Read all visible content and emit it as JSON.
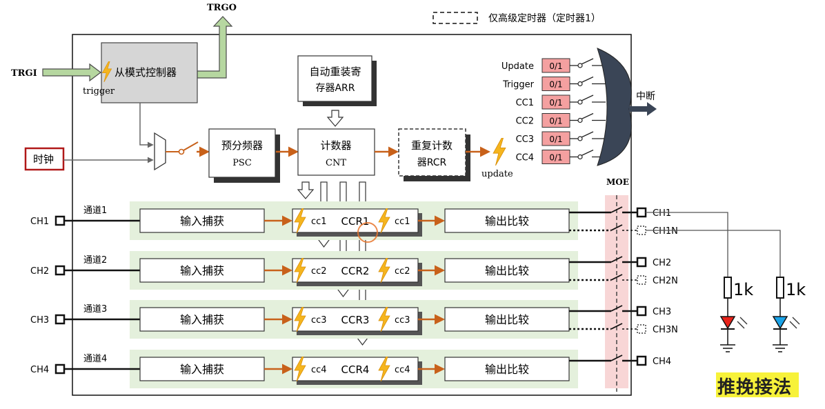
{
  "legend": {
    "text": "仅高级定时器（定时器1）"
  },
  "signals": {
    "trgo": "TRGO",
    "trgi": "TRGI",
    "trigger": "trigger",
    "update": "update",
    "moe": "MOE",
    "interrupt": "中断"
  },
  "blocks": {
    "slave_mode": "从模式控制器",
    "clock": "时钟",
    "arr": [
      "自动重装寄",
      "存器ARR"
    ],
    "psc": [
      "预分频器",
      "PSC"
    ],
    "cnt": [
      "计数器",
      "CNT"
    ],
    "rcr": [
      "重复计数",
      "器RCR"
    ]
  },
  "irq_sources": [
    {
      "label": "Update",
      "value": "0/1"
    },
    {
      "label": "Trigger",
      "value": "0/1"
    },
    {
      "label": "CC1",
      "value": "0/1"
    },
    {
      "label": "CC2",
      "value": "0/1"
    },
    {
      "label": "CC3",
      "value": "0/1"
    },
    {
      "label": "CC4",
      "value": "0/1"
    }
  ],
  "channels": [
    {
      "pin": "CH1",
      "channel": "通道1",
      "capture": "输入捕获",
      "ccr": "CCR1",
      "cc": "cc1",
      "compare": "输出比较",
      "out": "CH1",
      "outn": "CH1N"
    },
    {
      "pin": "CH2",
      "channel": "通道2",
      "capture": "输入捕获",
      "ccr": "CCR2",
      "cc": "cc2",
      "compare": "输出比较",
      "out": "CH2",
      "outn": "CH2N"
    },
    {
      "pin": "CH3",
      "channel": "通道3",
      "capture": "输入捕获",
      "ccr": "CCR3",
      "cc": "cc3",
      "compare": "输出比较",
      "out": "CH3",
      "outn": "CH3N"
    },
    {
      "pin": "CH4",
      "channel": "通道4",
      "capture": "输入捕获",
      "ccr": "CCR4",
      "cc": "cc4",
      "compare": "输出比较",
      "out": "CH4",
      "outn": ""
    }
  ],
  "leds": [
    {
      "resistor": "1k",
      "color": "#e8231a"
    },
    {
      "resistor": "1k",
      "color": "#1aa3e8"
    }
  ],
  "caption": "推挽接法",
  "colors": {
    "orange": "#c8611a",
    "green_arrow": "#b6d7a0",
    "pink_reg": "#f4a0a0",
    "lane": "#e4f0dc",
    "moe_band": "#f8d6d6",
    "caption_bg": "#f7f23a",
    "gate": "#3a4556",
    "bolt": "#f5b51e"
  }
}
